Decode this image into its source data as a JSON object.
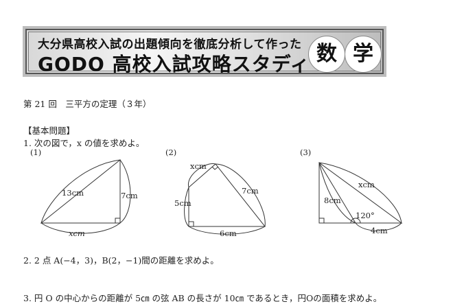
{
  "banner": {
    "line1": "大分県高校入試の出題傾向を徹底分析して作った",
    "line2": "GODO 高校入試攻略スタディ",
    "subject_chars": [
      "数",
      "学"
    ]
  },
  "lesson_title": "第 21 回　三平方の定理（３年）",
  "section_heading": "【基本問題】",
  "q1": {
    "text": "1. 次の図で，x の値を求めよ。",
    "figures": [
      {
        "label": "(1)",
        "hyp": "13cm",
        "side": "7cm",
        "base": "xcm"
      },
      {
        "label": "(2)",
        "top": "xcm",
        "left": "5cm",
        "right": "7cm",
        "base": "6cm"
      },
      {
        "label": "(3)",
        "left": "8cm",
        "hyp": "xcm",
        "angle": "120°",
        "base": "4cm"
      }
    ]
  },
  "q2": {
    "text": "2. 2 点 A(−4，3)，B(2，−1)間の距離を求めよ。"
  },
  "q3": {
    "text": "3. 円 O の中心からの距離が 5㎝ の弦 AB の長さが 10㎝ であるとき，円Oの面積を求めよ。"
  }
}
